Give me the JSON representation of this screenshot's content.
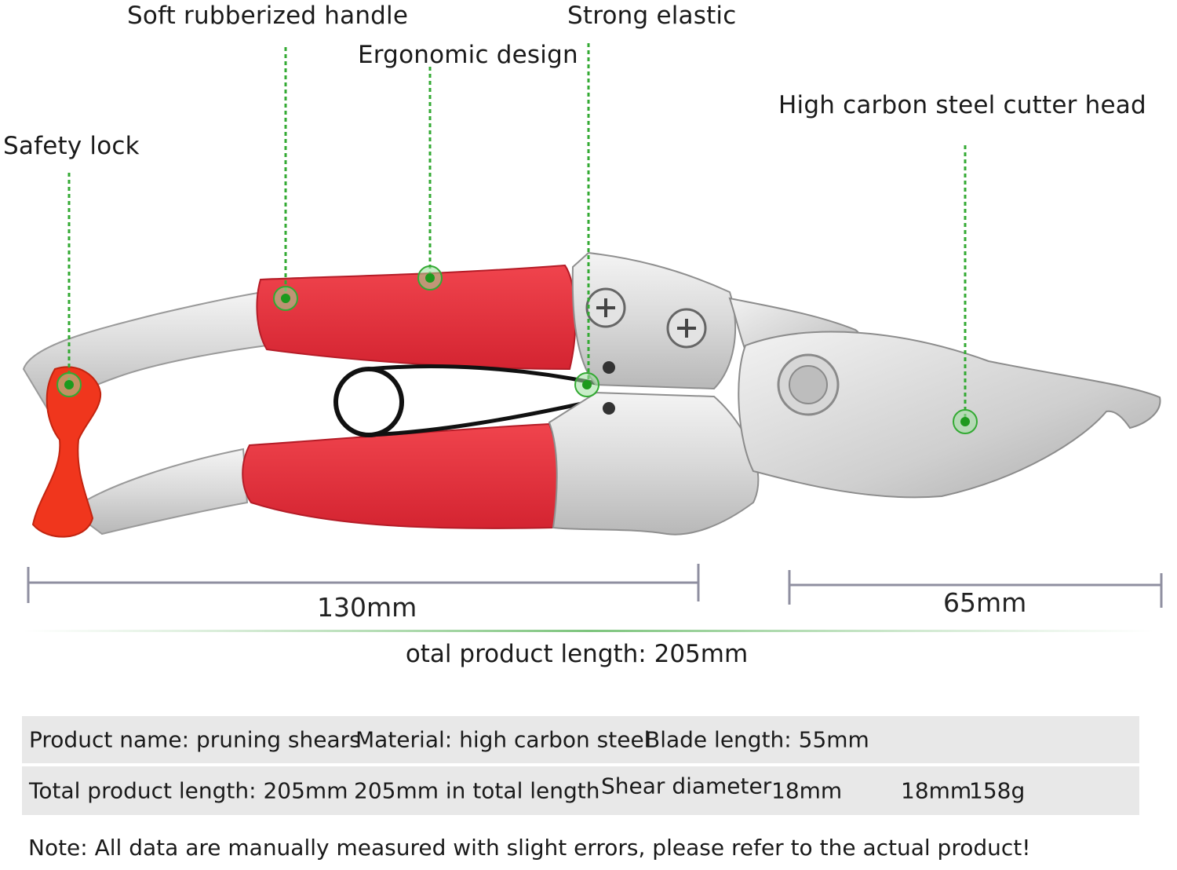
{
  "callouts": {
    "soft_handle": "Soft rubberized handle",
    "strong_elastic": "Strong elastic",
    "ergonomic": "Ergonomic design",
    "cutter_head": "High carbon steel cutter head",
    "safety_lock": "Safety lock"
  },
  "dimensions": {
    "handle_length": "130mm",
    "blade_length": "65mm",
    "total_line": "otal product length: 205mm"
  },
  "specs": {
    "row1": {
      "product_name": "Product name: pruning shears",
      "material": "Material: high carbon steel",
      "blade_length": "Blade length: 55mm"
    },
    "row2": {
      "total_length": "Total product length: 205mm",
      "in_total_length": "205mm in total length",
      "shear_diameter": "Shear diameter",
      "shear_diameter_value": "18mm",
      "diameter_repeat": "18mm",
      "weight": "158g"
    }
  },
  "note": "Note: All data are manually measured with slight errors, please refer to the actual product!",
  "colors": {
    "accent_green": "#33aa33",
    "handle_red": "#e8323c",
    "steel": "#d8d8d8",
    "spec_background": "#e8e8e8"
  },
  "icons": {
    "callout_marker": "green-dot-icon",
    "screw": "phillips-screw-icon"
  }
}
